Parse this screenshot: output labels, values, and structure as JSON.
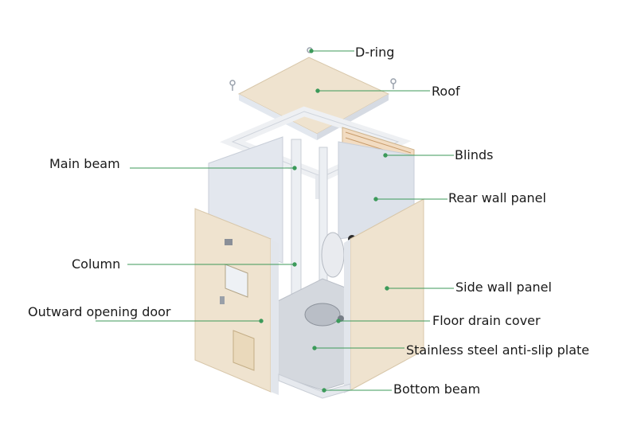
{
  "labels": {
    "d_ring": "D-ring",
    "roof": "Roof",
    "blinds": "Blinds",
    "main_beam": "Main beam",
    "rear_wall_panel": "Rear wall panel",
    "column": "Column",
    "side_wall_panel": "Side wall panel",
    "outward_opening_door": "Outward opening door",
    "floor_drain_cover": "Floor drain cover",
    "stainless_steel_plate": "Stainless steel anti-slip plate",
    "bottom_beam": "Bottom beam"
  },
  "colors": {
    "leader_line": "#3c9a5a",
    "panel_beige": "#efe3cf",
    "panel_edge": "#d8c7aa",
    "frame_white": "#eef0f3",
    "wall_grey": "#dfe3ea",
    "interior_grey": "#c9ced6"
  }
}
